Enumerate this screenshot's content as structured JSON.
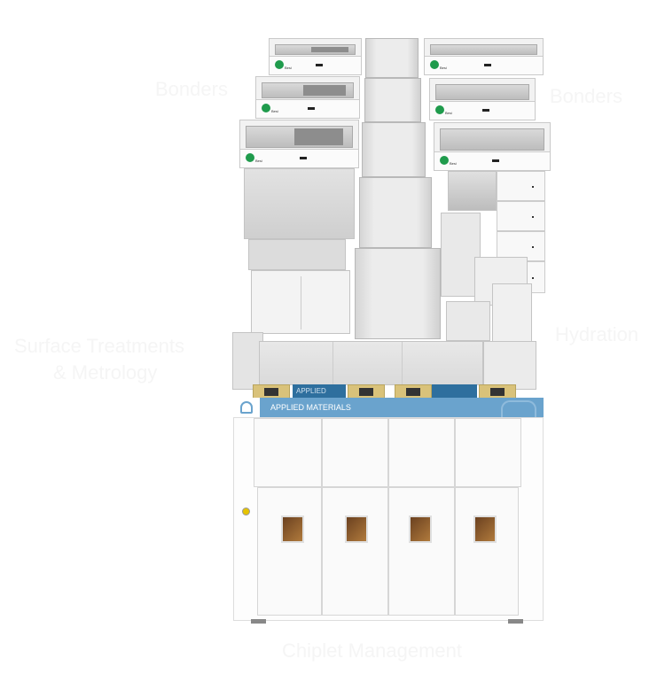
{
  "labels": {
    "bonders_left": "Bonders",
    "bonders_right": "Bonders",
    "surface": "Surface Treatments",
    "metrology": "& Metrology",
    "hydration": "Hydration",
    "chiplet": "Chiplet Management"
  },
  "machine": {
    "brand_band": "APPLIED MATERIALS",
    "brand_panel": "APPLIED MATERIALS",
    "chamber_logo": "Besi",
    "band_color": "#6aa3cd",
    "accent_green": "#1f9b4c"
  }
}
